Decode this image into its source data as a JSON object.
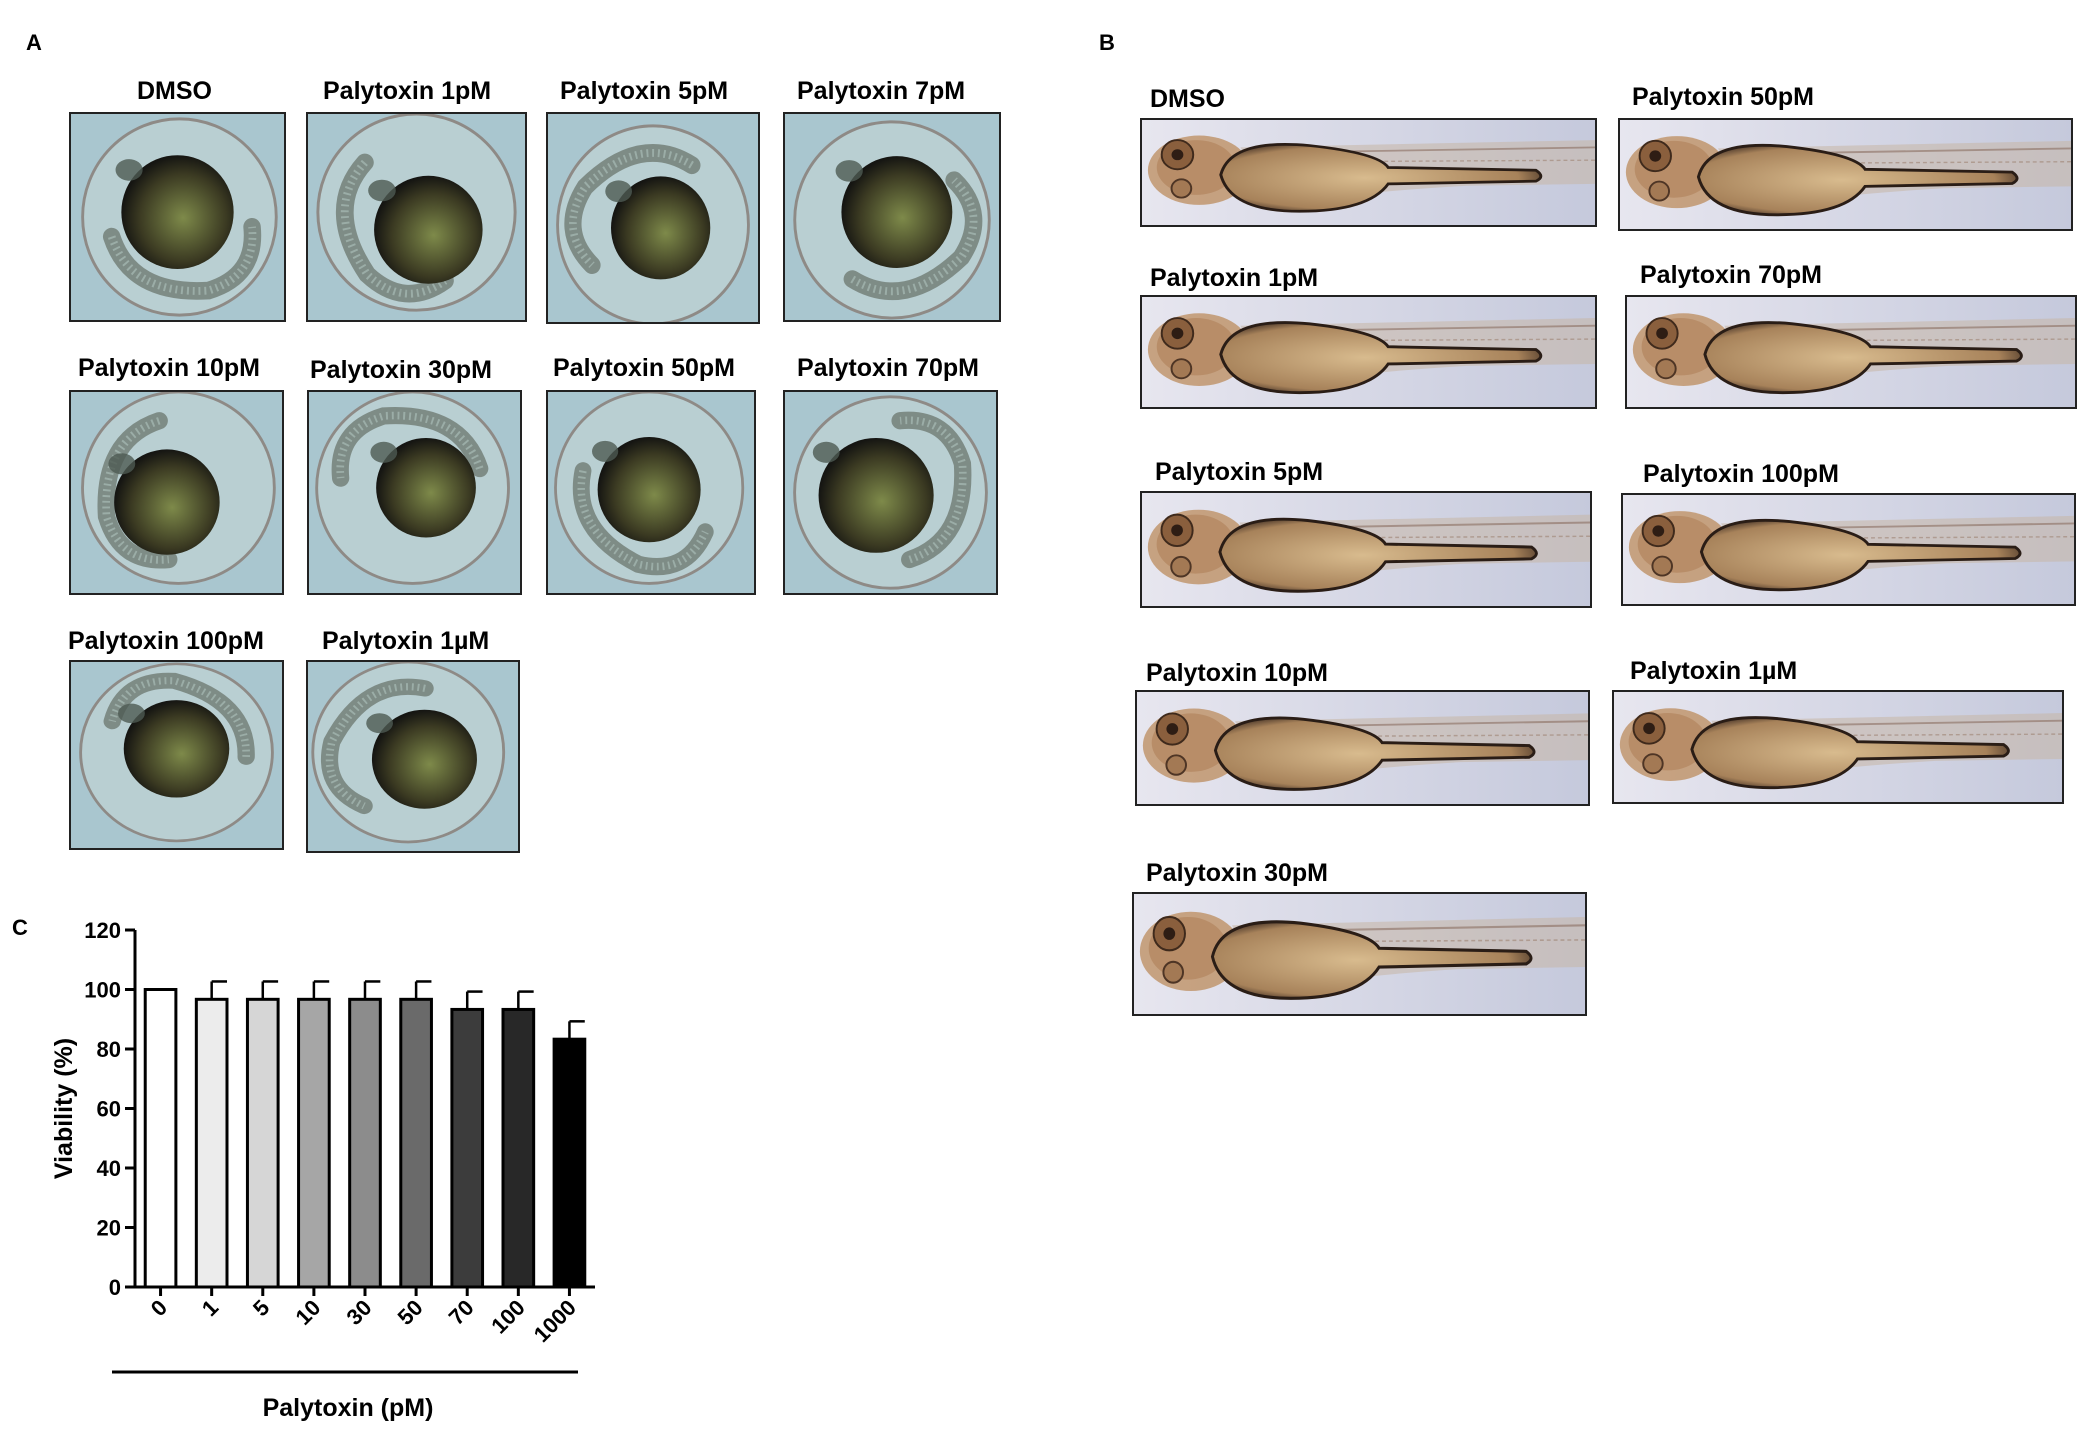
{
  "panels": {
    "a": "A",
    "b": "B",
    "c": "C"
  },
  "panelA": [
    "DMSO",
    "Palytoxin 1pM",
    "Palytoxin 5pM",
    "Palytoxin 7pM",
    "Palytoxin 10pM",
    "Palytoxin 30pM",
    "Palytoxin 50pM",
    "Palytoxin 70pM",
    "Palytoxin 100pM",
    "Palytoxin 1µM"
  ],
  "panelB": [
    "DMSO",
    "Palytoxin 50pM",
    "Palytoxin 1pM",
    "Palytoxin 70pM",
    "Palytoxin 5pM",
    "Palytoxin 100pM",
    "Palytoxin 10pM",
    "Palytoxin 1µM",
    "Palytoxin 30pM"
  ],
  "chart_data": {
    "type": "bar",
    "categories": [
      "0",
      "1",
      "5",
      "10",
      "30",
      "50",
      "70",
      "100",
      "1000"
    ],
    "values": [
      100,
      96.7,
      96.7,
      96.7,
      96.7,
      96.7,
      93.3,
      93.3,
      83.3
    ],
    "errors": [
      0,
      6,
      6,
      6,
      6,
      6,
      6,
      6,
      6
    ],
    "bar_colors": [
      "#ffffff",
      "#ececec",
      "#d6d6d6",
      "#a6a6a6",
      "#8c8c8c",
      "#6a6a6a",
      "#3c3c3c",
      "#282828",
      "#000000"
    ],
    "xlabel": "Palytoxin (pM)",
    "ylabel": "Viability (%)",
    "ylim": [
      0,
      120
    ],
    "yticks": [
      0,
      20,
      40,
      60,
      80,
      100,
      120
    ]
  }
}
